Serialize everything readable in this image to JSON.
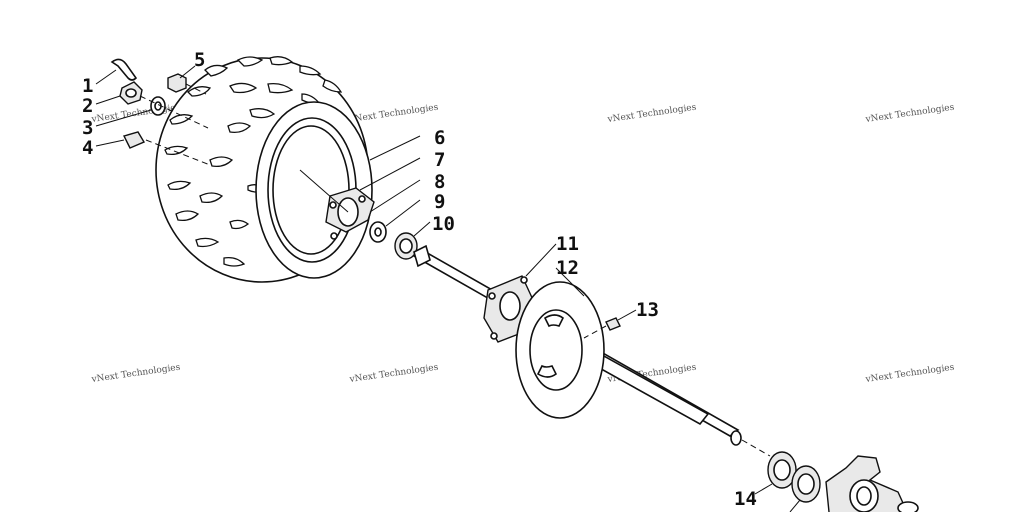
{
  "callouts": [
    {
      "id": "1",
      "label": "1"
    },
    {
      "id": "2",
      "label": "2"
    },
    {
      "id": "3",
      "label": "3"
    },
    {
      "id": "4",
      "label": "4"
    },
    {
      "id": "5",
      "label": "5"
    },
    {
      "id": "6",
      "label": "6"
    },
    {
      "id": "7",
      "label": "7"
    },
    {
      "id": "8",
      "label": "8"
    },
    {
      "id": "9",
      "label": "9"
    },
    {
      "id": "10",
      "label": "10"
    },
    {
      "id": "11",
      "label": "11"
    },
    {
      "id": "12",
      "label": "12"
    },
    {
      "id": "13",
      "label": "13"
    },
    {
      "id": "14",
      "label": "14"
    }
  ],
  "watermark": "vNext Technologies"
}
